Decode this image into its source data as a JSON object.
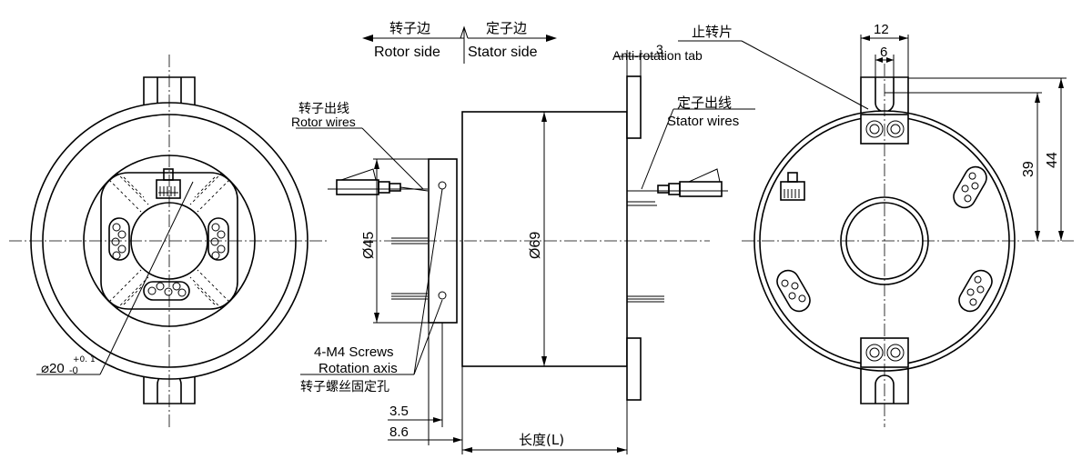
{
  "labels": {
    "rotor_side_cn": "转子边",
    "stator_side_cn": "定子边",
    "rotor_side_en": "Rotor side",
    "stator_side_en": "Stator side",
    "anti_rotation_cn": "止转片",
    "anti_rotation_en": "Anti-rotation tab",
    "rotor_wires_cn": "转子出线",
    "rotor_wires_en": "Rotor wires",
    "stator_wires_cn": "定子出线",
    "stator_wires_en": "Stator wires",
    "screws_en": "4-M4 Screws",
    "rotation_axis_en": "Rotation axis",
    "screws_cn": "转子螺丝固定孔",
    "length_cn": "长度(L)"
  },
  "dimensions": {
    "bore_main": "⌀20",
    "bore_tol_upper": "+0. 1",
    "bore_tol_lower": "-0",
    "d45": "Ø45",
    "d69": "Ø69",
    "tab_thickness": "3",
    "d3_5": "3.5",
    "d8_6": "8.6",
    "tab_width": "12",
    "slot_width": "6",
    "h39": "39",
    "h44": "44"
  }
}
